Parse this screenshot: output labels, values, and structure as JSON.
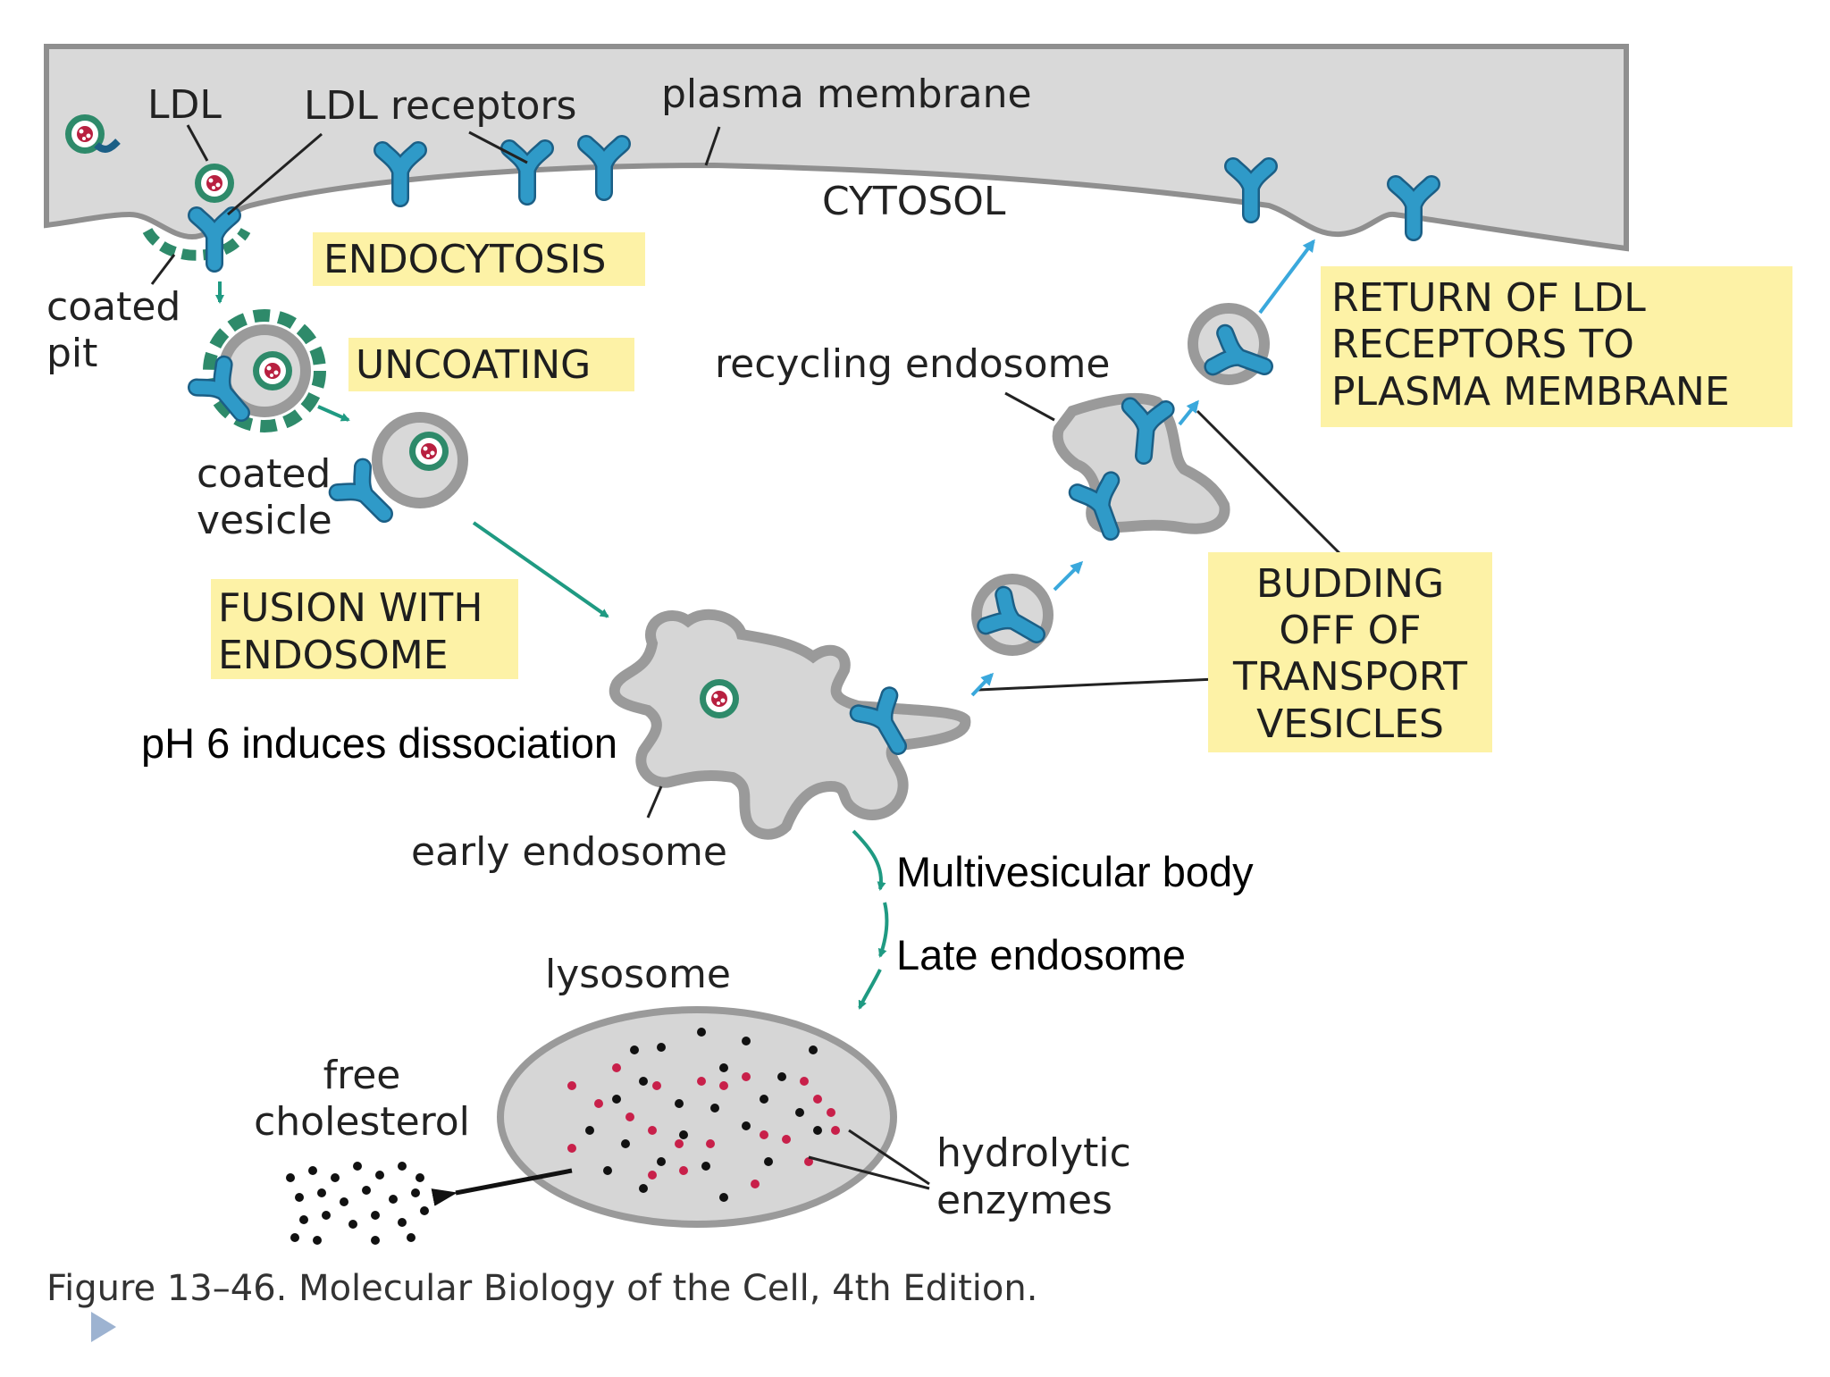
{
  "labels": {
    "ldl": "LDL",
    "ldl_receptors": "LDL receptors",
    "plasma_membrane": "plasma membrane",
    "cytosol": "CYTOSOL",
    "coated_pit_1": "coated",
    "coated_pit_2": "pit",
    "coated_vesicle_1": "coated",
    "coated_vesicle_2": "vesicle",
    "recycling_endosome": "recycling endosome",
    "early_endosome": "early endosome",
    "lysosome": "lysosome",
    "free_cholesterol_1": "free",
    "free_cholesterol_2": "cholesterol",
    "hydrolytic_enzymes_1": "hydrolytic",
    "hydrolytic_enzymes_2": "enzymes"
  },
  "steps": {
    "endocytosis": "ENDOCYTOSIS",
    "uncoating": "UNCOATING",
    "fusion_1": "FUSION WITH",
    "fusion_2": "ENDOSOME",
    "return_1": "RETURN OF LDL",
    "return_2": "RECEPTORS TO",
    "return_3": "PLASMA MEMBRANE",
    "budding_1": "BUDDING",
    "budding_2": "OFF OF",
    "budding_3": "TRANSPORT",
    "budding_4": "VESICLES"
  },
  "annotations": {
    "ph": "pH 6 induces dissociation",
    "multivesicular": "Multivesicular body",
    "late_endosome": "Late endosome"
  },
  "caption": "Figure 13–46. Molecular Biology of the Cell, 4th Edition.",
  "colors": {
    "membrane": "#d9d9d9",
    "receptor": "#2f9ac8",
    "coat": "#2e8a6a",
    "highlight": "#fdf2a6",
    "transport_arrow": "#1f9a82",
    "recycle_arrow": "#3aa8dc",
    "enzyme": "#c8204a",
    "nav_triangle": "#9db3d1"
  }
}
